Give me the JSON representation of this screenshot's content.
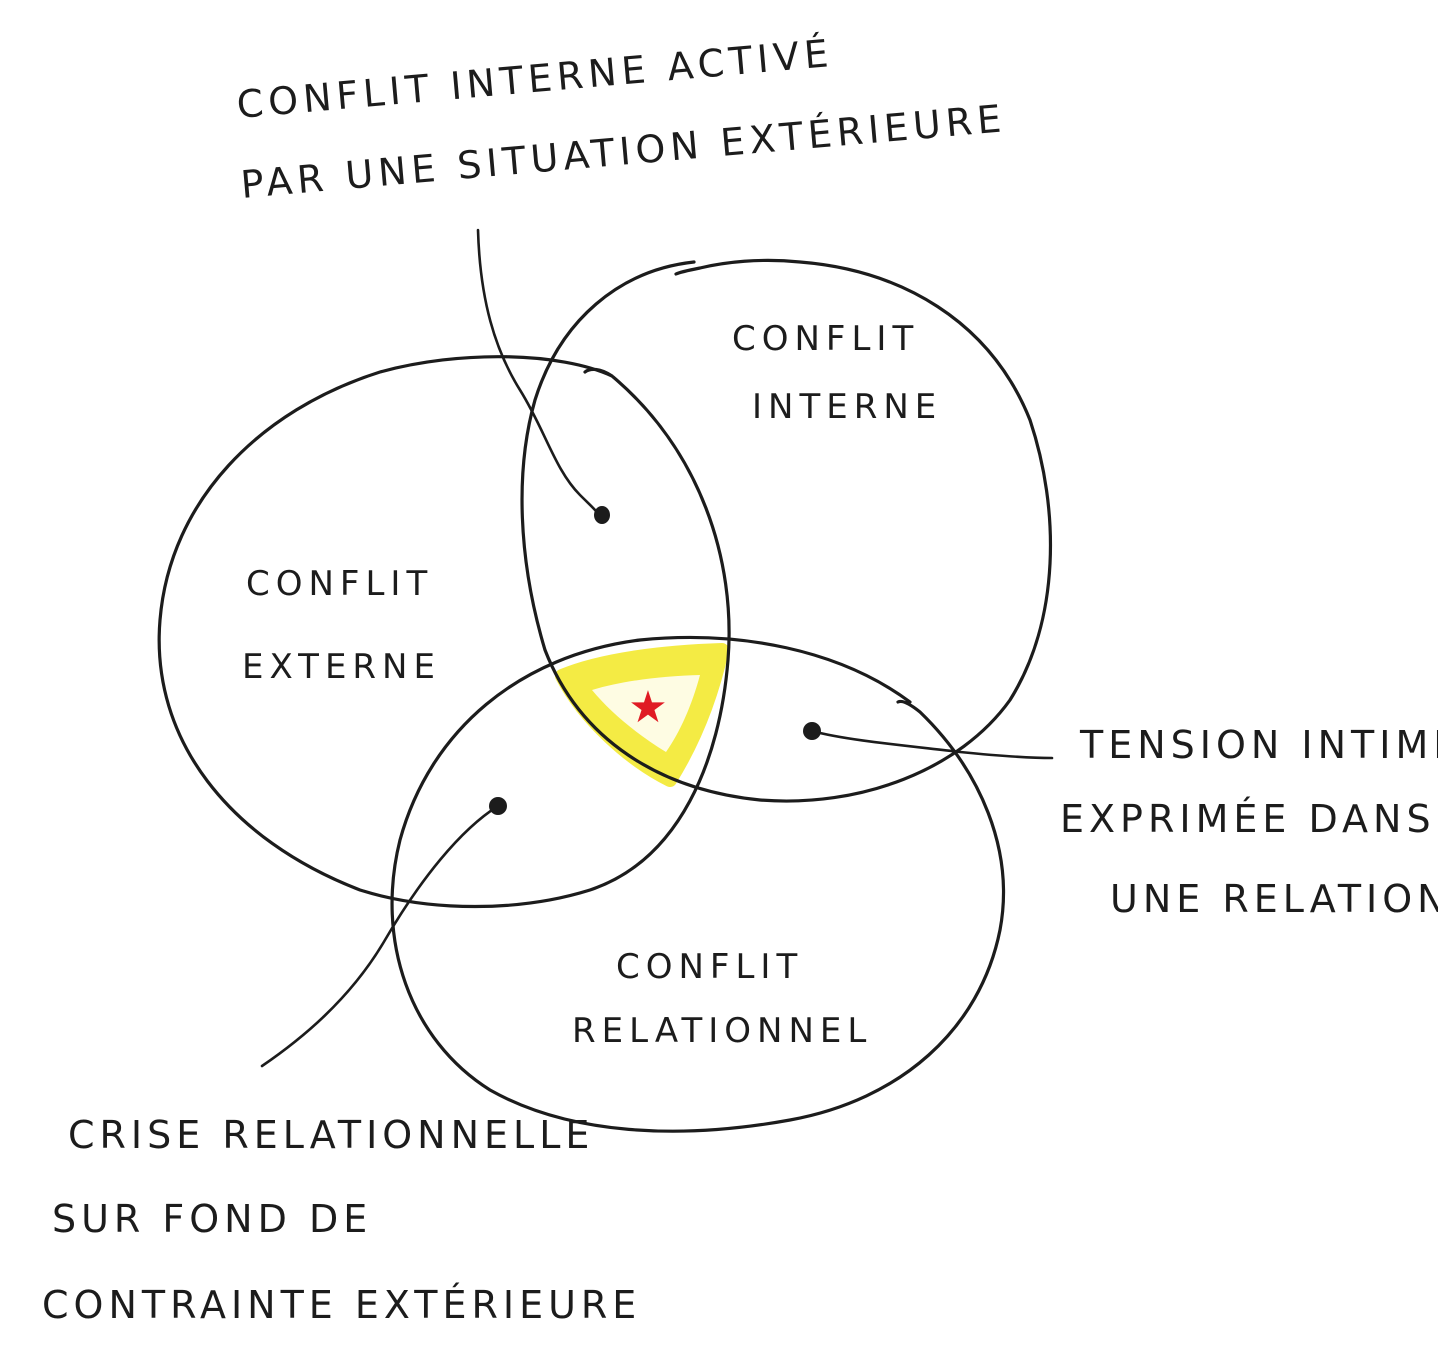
{
  "sets": {
    "externe": {
      "line1": "CONFLIT",
      "line2": "EXTERNE"
    },
    "interne": {
      "line1": "CONFLIT",
      "line2": "INTERNE"
    },
    "relationnel": {
      "line1": "CONFLIT",
      "line2": "RELATIONNEL"
    }
  },
  "annotations": {
    "externe_interne": {
      "line1": "CONFLIT INTERNE ACTIVÉ",
      "line2": "PAR UNE SITUATION EXTÉRIEURE"
    },
    "interne_relationnel": {
      "line1": "TENSION INTIME",
      "line2": "EXPRIMÉE DANS",
      "line3": "UNE RELATION"
    },
    "externe_relationnel": {
      "line1": "CRISE RELATIONNELLE",
      "line2": "SUR FOND DE",
      "line3": "CONTRAINTE EXTÉRIEURE"
    }
  },
  "center": {
    "marker": "★"
  },
  "colors": {
    "ink": "#1c1c1c",
    "highlight": "#f4ea3a",
    "star": "#e01b24"
  }
}
